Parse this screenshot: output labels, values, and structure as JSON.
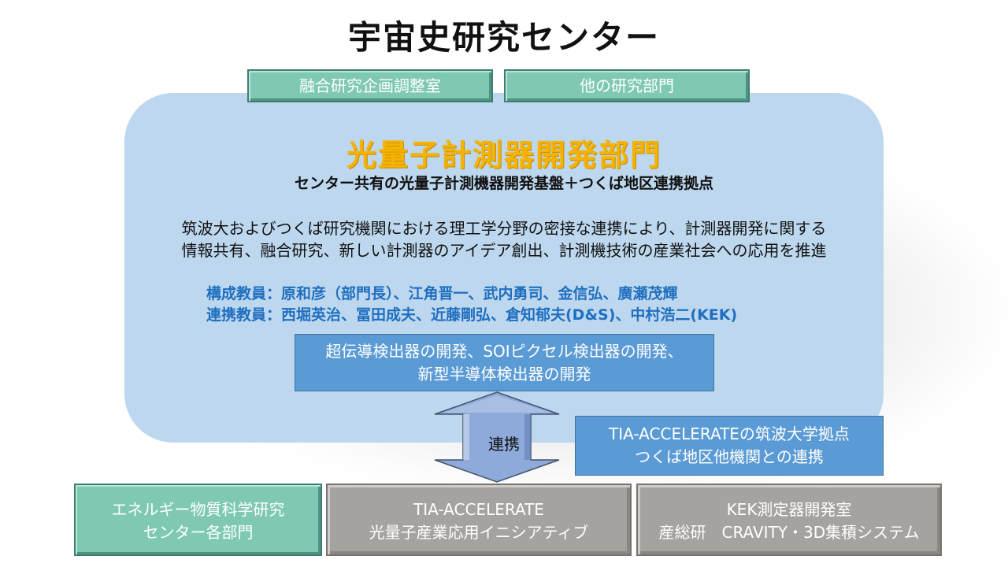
{
  "title": "宇宙史研究センター",
  "top_boxes": [
    "融合研究企画調整室",
    "他の研究部門"
  ],
  "division": {
    "name": "光量子計測器開発部門",
    "subtitle": "センター共有の光量子計測機器開発基盤＋つくば地区連携拠点",
    "description_lines": [
      "筑波大およびつくば研究機関における理工学分野の密接な連携により、計測器開発に関する",
      "情報共有、融合研究、新しい計測器のアイデア創出、計測機技術の産業社会への応用を推進"
    ],
    "members_core": "構成教員：原和彦（部門長）、江角晋一、武内勇司、金信弘、廣瀬茂輝",
    "members_partner": "連携教員：西堀英治、冨田成夫、近藤剛弘、倉知郁夫(D&S)、中村浩二(KEK)",
    "dev_box_lines": [
      "超伝導検出器の開発、SOIピクセル検出器の開発、",
      "新型半導体検出器の開発"
    ]
  },
  "arrow_label": "連携",
  "tia_box_lines": [
    "TIA-ACCELERATEの筑波大学拠点",
    "つくば地区他機関との連携"
  ],
  "bottom_boxes": [
    {
      "lines": [
        "エネルギー物質科学研究",
        "センター各部門"
      ]
    },
    {
      "lines": [
        "TIA-ACCELERATE",
        "光量子産業応用イニシアティブ"
      ]
    },
    {
      "lines": [
        "KEK測定器開発室",
        "産総研　CRAVITY・3D集積システム"
      ]
    }
  ],
  "colors": {
    "panel": "#bdd7ee",
    "teal_box": "#7ec8b4",
    "gray_box": "#a5a2a0",
    "blue_box": "#5b9bd5",
    "heading": "#f5b300",
    "members_text": "#1f6fc0",
    "arrow": "#8eaadb"
  }
}
